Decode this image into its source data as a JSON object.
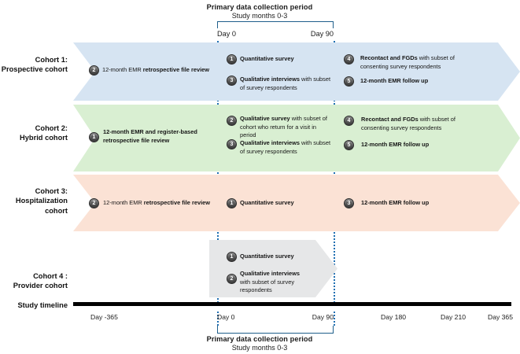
{
  "figure": {
    "title_top": "Primary data collection period",
    "subtitle_top": "Study months 0-3",
    "title_bottom": "Primary data collection period",
    "subtitle_bottom": "Study months 0-3",
    "bracket_start_label": "Day 0",
    "bracket_end_label": "Day 90",
    "timeline_label": "Study timeline",
    "accent_color": "#1f6fb2",
    "bracket_color": "#1f5f8b"
  },
  "axis": {
    "ticks": [
      {
        "label": "Day -365"
      },
      {
        "label": "Day 0"
      },
      {
        "label": "Day 90"
      },
      {
        "label": "Day 180"
      },
      {
        "label": "Day 210"
      },
      {
        "label": "Day 365"
      }
    ]
  },
  "cohorts": [
    {
      "id": "cohort-1",
      "label_line1": "Cohort 1:",
      "label_line2": "Prospective cohort",
      "color": "#d6e4f2",
      "items": [
        {
          "num": "2",
          "bold": "12-month EMR ",
          "bold_is_lead": false,
          "pre": "12-month EMR ",
          "strong": "retrospective file review",
          "post": ""
        },
        {
          "num": "1",
          "pre": "",
          "strong": "Quantitative survey",
          "post": ""
        },
        {
          "num": "3",
          "pre": "",
          "strong": "Qualitative interviews",
          "post": " with subset of survey respondents"
        },
        {
          "num": "4",
          "pre": "",
          "strong": "Recontact and FGDs",
          "post": " with subset of consenting survey respondents"
        },
        {
          "num": "5",
          "pre": "",
          "strong": "12-month EMR follow up",
          "post": ""
        }
      ]
    },
    {
      "id": "cohort-2",
      "label_line1": "Cohort 2:",
      "label_line2": "Hybrid cohort",
      "color": "#d9efd2",
      "items": [
        {
          "num": "1",
          "pre": "",
          "strong": "12-month EMR and register-based retrospective file review",
          "post": ""
        },
        {
          "num": "2",
          "pre": "",
          "strong": "Qualitative survey",
          "post": " with subset of cohort who return for a visit in period"
        },
        {
          "num": "3",
          "pre": "",
          "strong": "Qualitative interviews",
          "post": " with subset of survey respondents"
        },
        {
          "num": "4",
          "pre": "",
          "strong": "Recontact and FGDs",
          "post": " with subset of consenting survey respondents"
        },
        {
          "num": "5",
          "pre": "",
          "strong": "12-month EMR follow up",
          "post": ""
        }
      ]
    },
    {
      "id": "cohort-3",
      "label_line1": "Cohort 3:",
      "label_line2": "Hospitalization",
      "label_line3": "cohort",
      "color": "#fbe2d5",
      "items": [
        {
          "num": "2",
          "pre": "12-month EMR ",
          "strong": "retrospective file review",
          "post": ""
        },
        {
          "num": "1",
          "pre": "",
          "strong": "Quantitative survey",
          "post": ""
        },
        {
          "num": "3",
          "pre": "",
          "strong": "12-month EMR follow up",
          "post": ""
        }
      ]
    },
    {
      "id": "cohort-4",
      "label_line1": "Cohort 4 :",
      "label_line2": "Provider cohort",
      "color": "#e6e7e8",
      "items": [
        {
          "num": "1",
          "pre": "",
          "strong": "Quantitative survey",
          "post": ""
        },
        {
          "num": "2",
          "pre": "",
          "strong": "Qualitative interviews",
          "post": " with subset of survey respondents"
        }
      ]
    }
  ],
  "text": {
    "c1_i1_pre": "12-month EMR ",
    "c1_i1_strong": "retrospective file review",
    "c1_i2_strong": "Quantitative survey",
    "c1_i3_strong": "Qualitative interviews",
    "c1_i3_post": " with subset of survey respondents",
    "c1_i4_strong": "Recontact and FGDs",
    "c1_i4_post": " with subset of consenting survey respondents",
    "c1_i5_strong": "12-month EMR follow up",
    "c2_i1_strong": "12-month EMR and register-based retrospective file review",
    "c2_i2_strong": "Qualitative survey",
    "c2_i2_post": " with subset of cohort who return for a visit in period",
    "c2_i3_strong": "Qualitative interviews",
    "c2_i3_post": " with subset of survey respondents",
    "c2_i4_strong": "Recontact and FGDs",
    "c2_i4_post": " with subset of consenting survey respondents",
    "c2_i5_strong": "12-month EMR follow up",
    "c3_i1_pre": "12-month EMR ",
    "c3_i1_strong": "retrospective file review",
    "c3_i2_strong": "Quantitative survey",
    "c3_i3_strong": "12-month EMR follow up",
    "c4_i1_strong": "Quantitative survey",
    "c4_i2_strong": "Qualitative interviews",
    "c4_i2_post": " with subset of survey respondents"
  }
}
